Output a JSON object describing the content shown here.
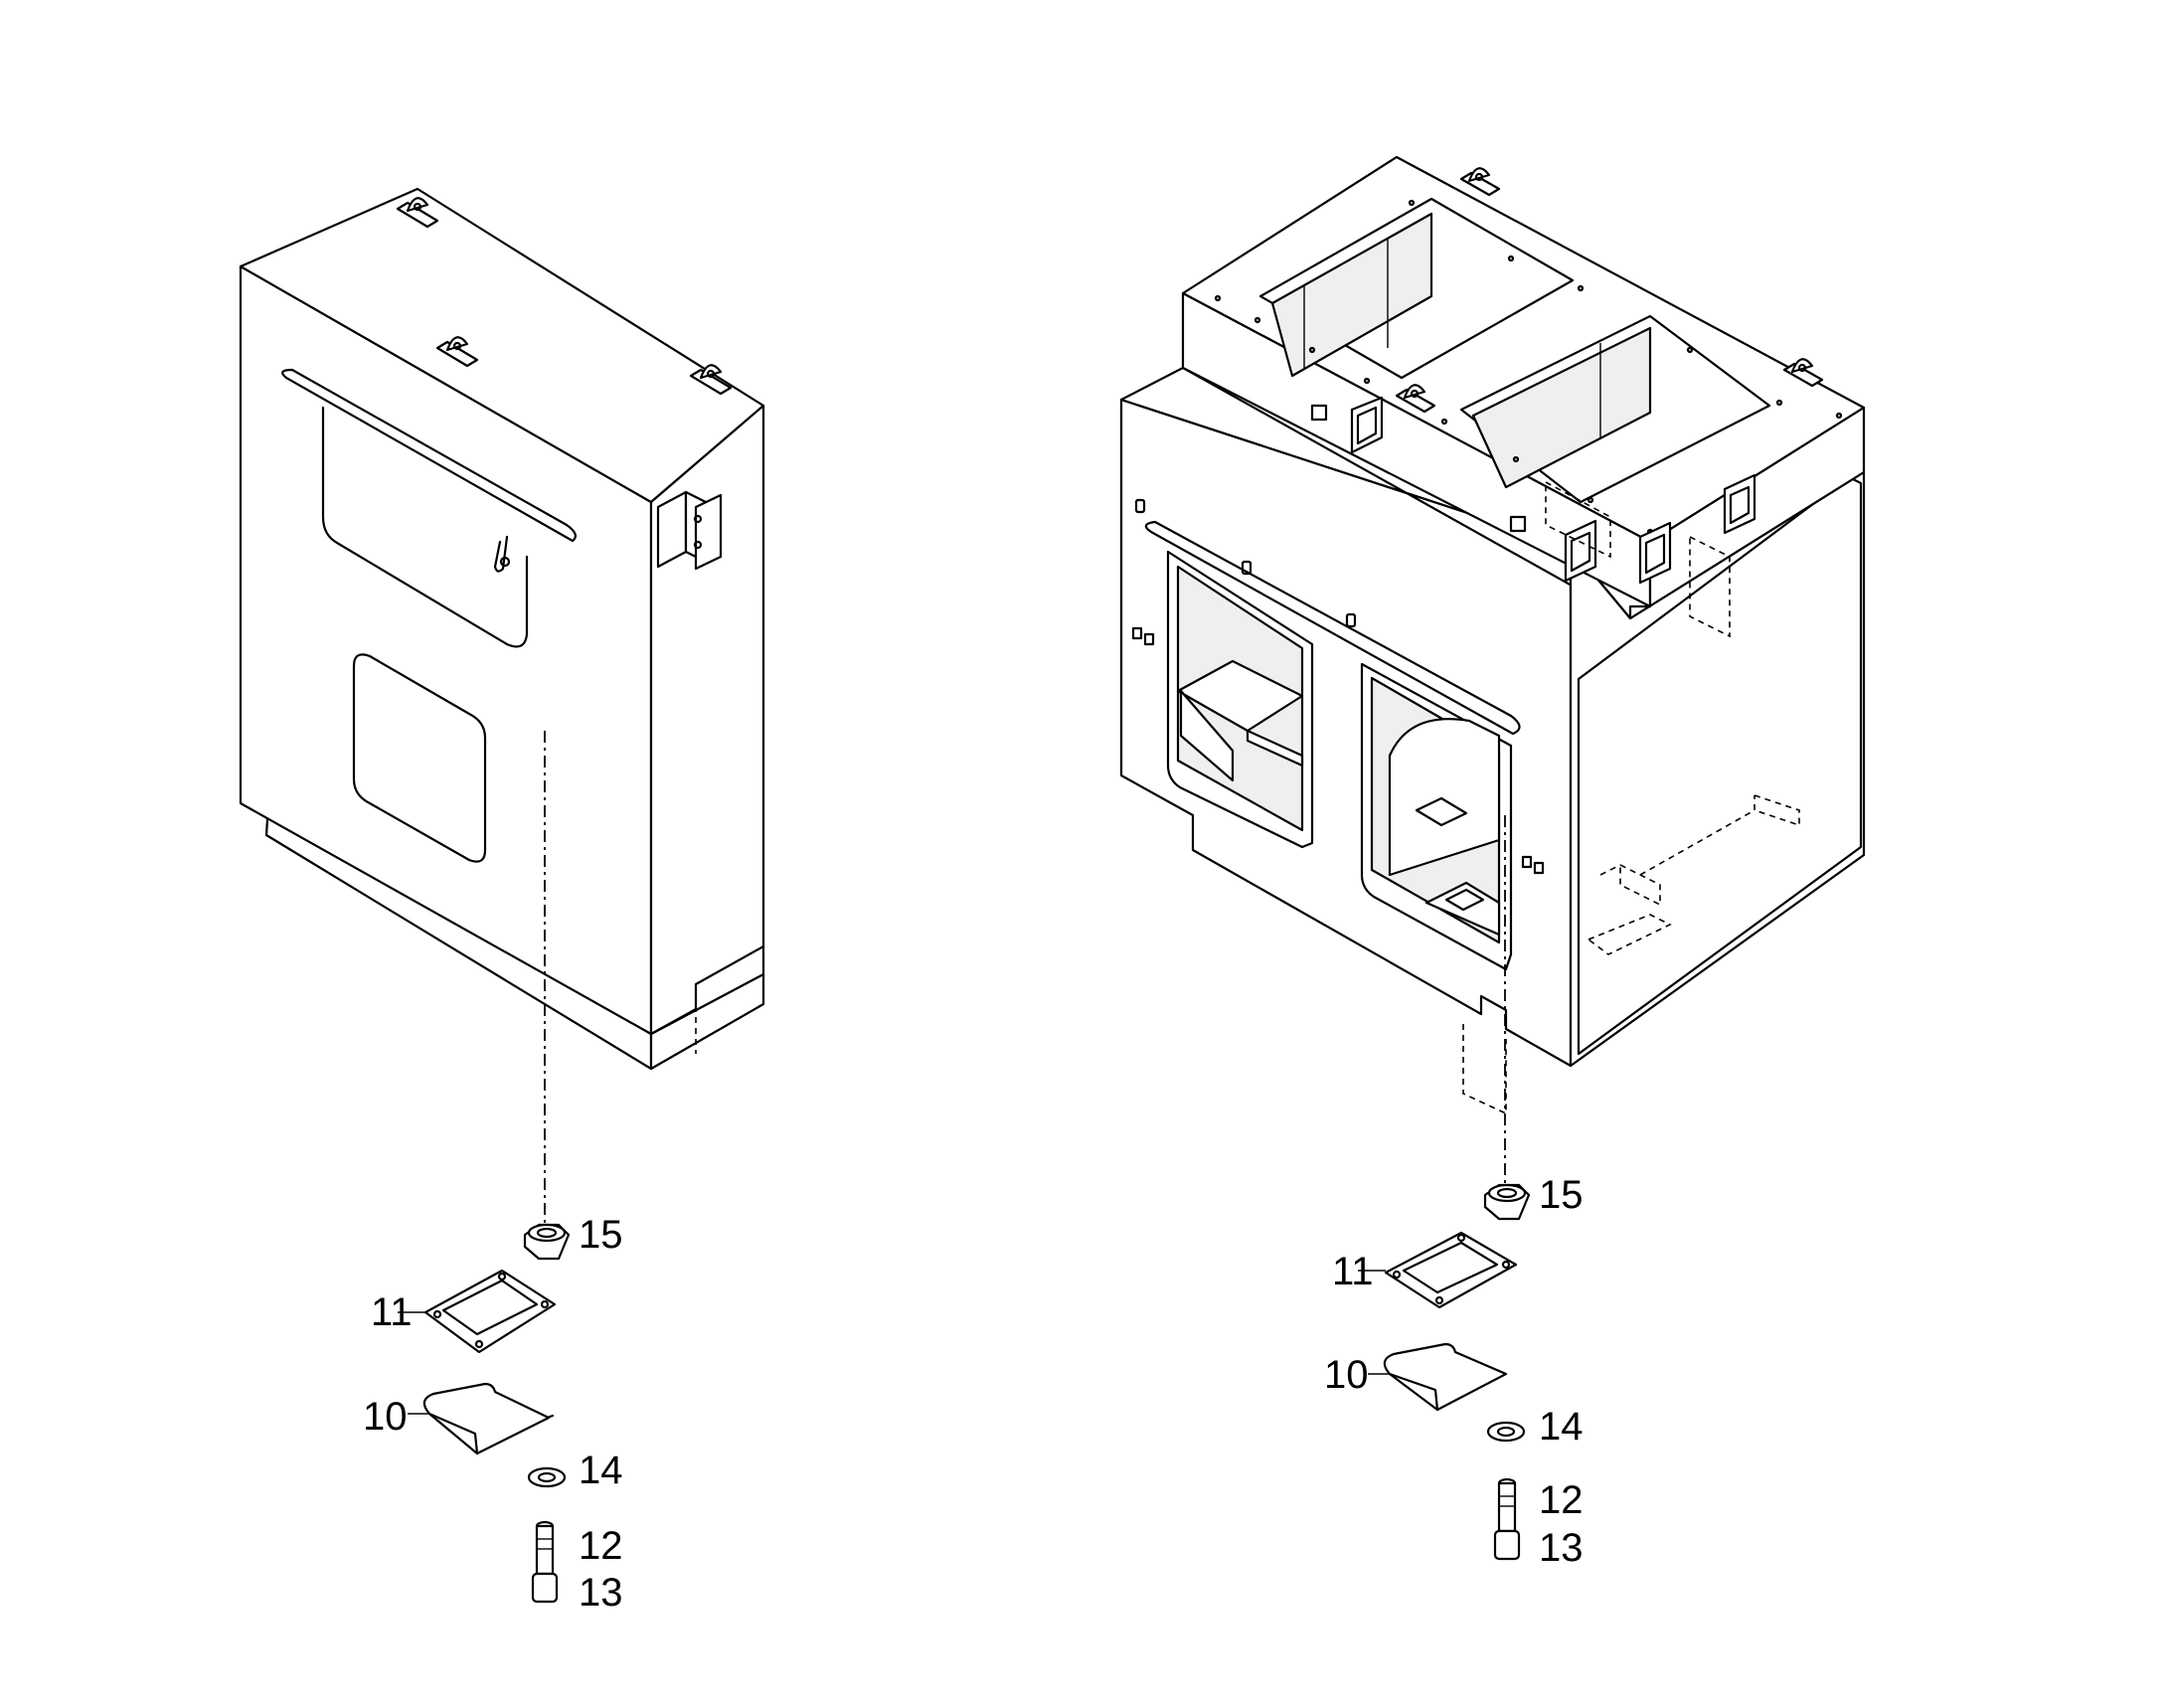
{
  "left_assembly": {
    "callouts": [
      {
        "id": "15",
        "label": "15"
      },
      {
        "id": "11",
        "label": "11"
      },
      {
        "id": "10",
        "label": "10"
      },
      {
        "id": "14",
        "label": "14"
      },
      {
        "id": "12",
        "label": "12"
      },
      {
        "id": "13",
        "label": "13"
      }
    ]
  },
  "right_assembly": {
    "callouts": [
      {
        "id": "15",
        "label": "15"
      },
      {
        "id": "11",
        "label": "11"
      },
      {
        "id": "10",
        "label": "10"
      },
      {
        "id": "14",
        "label": "14"
      },
      {
        "id": "12",
        "label": "12"
      },
      {
        "id": "13",
        "label": "13"
      }
    ]
  }
}
